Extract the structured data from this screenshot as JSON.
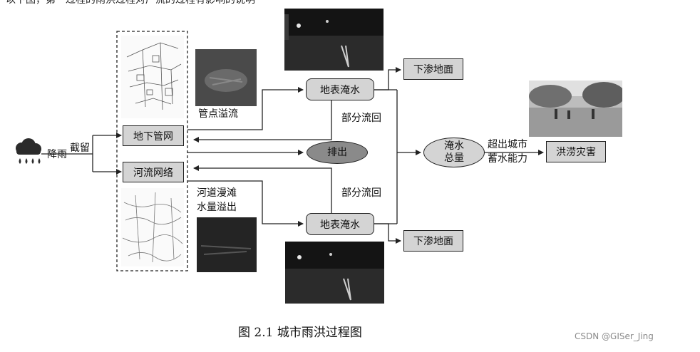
{
  "top_text": "以下图，第一过程的雨洪过程对产流的过程有影响的说明",
  "boxes": {
    "underground_network": "地下管网",
    "river_network": "河流网络",
    "surface_ponding_top": "地表淹水",
    "surface_ponding_bottom": "地表淹水",
    "infiltration_top": "下渗地面",
    "infiltration_bottom": "下渗地面",
    "flood_disaster": "洪涝灾害"
  },
  "ovals": {
    "discharge": "排出",
    "total_ponding_line1": "淹水",
    "total_ponding_line2": "总量"
  },
  "labels": {
    "rainfall": "降雨",
    "interception": "截留",
    "pipe_overflow": "管点溢流",
    "partial_return_top": "部分流回",
    "partial_return_bottom": "部分流回",
    "river_overflow_line1": "河道漫滩",
    "river_overflow_line2": "水量溢出",
    "exceed_capacity_line1": "超出城市",
    "exceed_capacity_line2": "蓄水能力"
  },
  "caption": "图 2.1  城市雨洪过程图",
  "watermark": "CSDN @GISer_Jing",
  "colors": {
    "box_fill": "#d4d4d4",
    "discharge_fill": "#8a8a8a",
    "line": "#222222"
  },
  "icons": {
    "rain": "rain-cloud-icon"
  }
}
